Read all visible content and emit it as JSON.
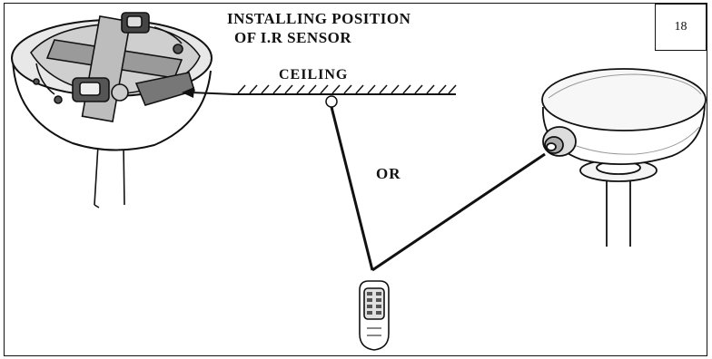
{
  "page_number": "18",
  "title": {
    "line1": "INSTALLING POSITION",
    "line2": "OF I.R SENSOR"
  },
  "labels": {
    "ceiling": "CEILING",
    "or": "OR"
  },
  "icons": [
    "ceiling-fan-canopy-open-icon",
    "ceiling-fan-canopy-closed-icon",
    "ceiling-icon",
    "remote-control-icon"
  ]
}
